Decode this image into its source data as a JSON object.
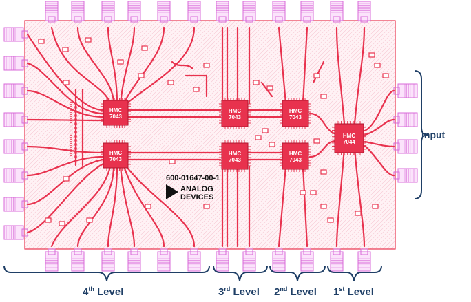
{
  "board": {
    "part_number": "600-01647-00-1",
    "logo_line1": "ANALOG",
    "logo_line2": "DEVICES"
  },
  "chips": [
    {
      "id": "u4a",
      "line1": "HMC",
      "line2": "7043"
    },
    {
      "id": "u4b",
      "line1": "HMC",
      "line2": "7043"
    },
    {
      "id": "u3a",
      "line1": "HMC",
      "line2": "7043"
    },
    {
      "id": "u3b",
      "line1": "HMC",
      "line2": "7043"
    },
    {
      "id": "u2a",
      "line1": "HMC",
      "line2": "7043"
    },
    {
      "id": "u2b",
      "line1": "HMC",
      "line2": "7043"
    },
    {
      "id": "u1",
      "line1": "HMC",
      "line2": "7044"
    }
  ],
  "labels": {
    "input": "Input",
    "level4": {
      "num": "4",
      "sup": "th",
      "text": " Level"
    },
    "level3": {
      "num": "3",
      "sup": "rd",
      "text": " Level"
    },
    "level2": {
      "num": "2",
      "sup": "nd",
      "text": " Level"
    },
    "level1": {
      "num": "1",
      "sup": "st",
      "text": " Level"
    }
  },
  "colors": {
    "board": "#fde7ee",
    "trace": "#e8324e",
    "connector": "#d86ad8",
    "chip": "#e8324e",
    "bracket": "#1f3f66"
  }
}
